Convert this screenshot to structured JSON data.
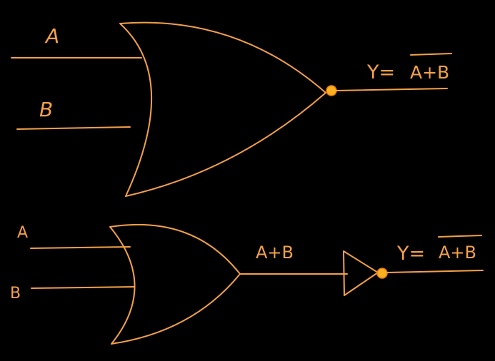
{
  "colors": {
    "background": "#000000",
    "ink": "#f5a04a",
    "bubble": "#ffb020"
  },
  "nor_gate": {
    "input_a_label": "A",
    "input_b_label": "B",
    "output_lhs": "Y=",
    "output_expression": "A+B"
  },
  "or_not_circuit": {
    "input_a_label": "A",
    "input_b_label": "B",
    "intermediate_label": "A+B",
    "output_lhs": "Y=",
    "output_expression": "A+B"
  }
}
